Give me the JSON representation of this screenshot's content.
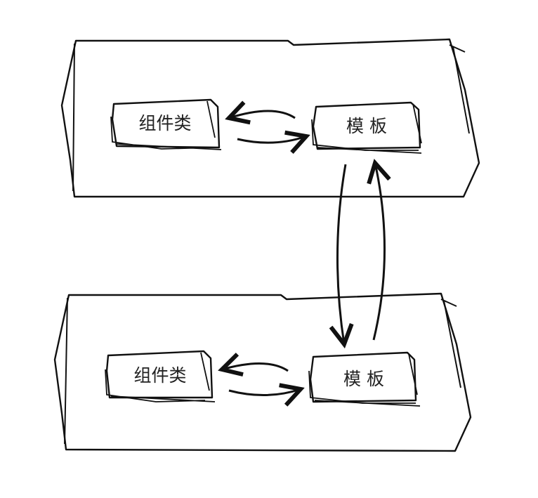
{
  "diagram": {
    "upper_group": {
      "component_label": "组件类",
      "template_label": "模 板"
    },
    "lower_group": {
      "component_label": "组件类",
      "template_label": "模 板"
    }
  },
  "colors": {
    "ink": "#111111",
    "background": "#ffffff"
  }
}
